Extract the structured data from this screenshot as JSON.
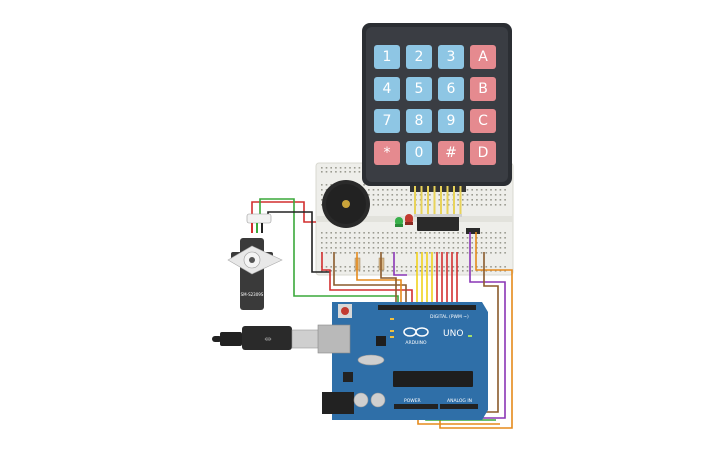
{
  "keypad": {
    "keys": [
      {
        "label": "1",
        "kind": "num"
      },
      {
        "label": "2",
        "kind": "num"
      },
      {
        "label": "3",
        "kind": "num"
      },
      {
        "label": "A",
        "kind": "letter"
      },
      {
        "label": "4",
        "kind": "num"
      },
      {
        "label": "5",
        "kind": "num"
      },
      {
        "label": "6",
        "kind": "num"
      },
      {
        "label": "B",
        "kind": "letter"
      },
      {
        "label": "7",
        "kind": "num"
      },
      {
        "label": "8",
        "kind": "num"
      },
      {
        "label": "9",
        "kind": "num"
      },
      {
        "label": "C",
        "kind": "letter"
      },
      {
        "label": "*",
        "kind": "letter"
      },
      {
        "label": "0",
        "kind": "num"
      },
      {
        "label": "#",
        "kind": "letter"
      },
      {
        "label": "D",
        "kind": "letter"
      }
    ],
    "colors": {
      "body": "#2b2e33",
      "num": "#8ec6e4",
      "letter": "#e58a8f"
    }
  },
  "arduino": {
    "brand": "ARDUINO",
    "model": "UNO",
    "power_label": "POWER",
    "analog_label": "ANALOG IN",
    "digital_label": "DIGITAL (PWM ~)",
    "board_color": "#2f6fa8"
  },
  "servo": {
    "model": "SM-S2309S"
  },
  "wire_colors": {
    "red": "#d22f2f",
    "green": "#3aa83a",
    "black": "#222222",
    "orange": "#e58a1c",
    "yellow": "#f0d21b",
    "purple": "#8a35b6",
    "brown": "#8a5a2b"
  }
}
